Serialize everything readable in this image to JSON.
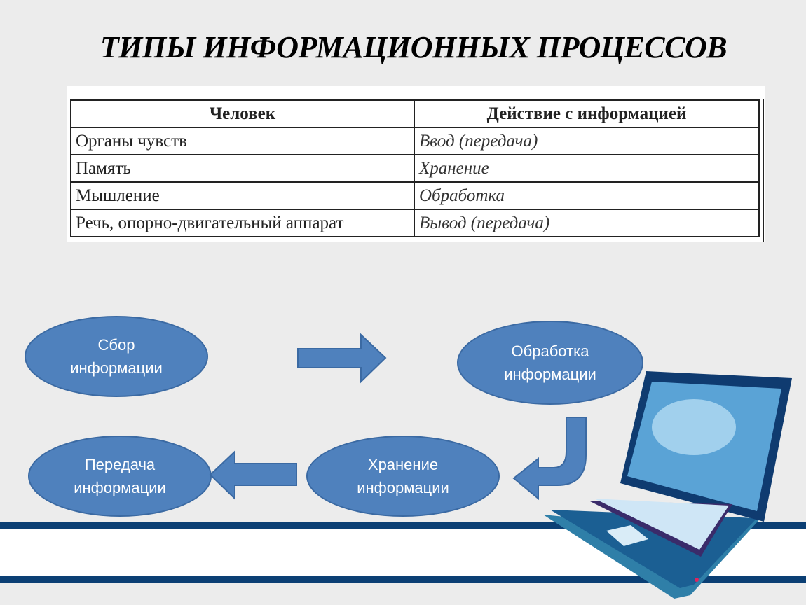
{
  "title": "ТИПЫ ИНФОРМАЦИОННЫХ ПРОЦЕССОВ",
  "table": {
    "headers": [
      "Человек",
      "Действие с информацией"
    ],
    "rows": [
      [
        "Органы чувств",
        "Ввод (передача)"
      ],
      [
        "Память",
        "Хранение"
      ],
      [
        "Мышление",
        "Обработка"
      ],
      [
        "Речь, опорно-двигательный аппарат",
        "Вывод (передача)"
      ]
    ]
  },
  "diagram": {
    "collect": {
      "l1": "Сбор",
      "l2": "информации"
    },
    "process": {
      "l1": "Обработка",
      "l2": "информации"
    },
    "store": {
      "l1": "Хранение",
      "l2": "информации"
    },
    "transfer": {
      "l1": "Передача",
      "l2": "информации"
    }
  },
  "colors": {
    "node": "#4f81bd",
    "band": "#0b3f74"
  }
}
